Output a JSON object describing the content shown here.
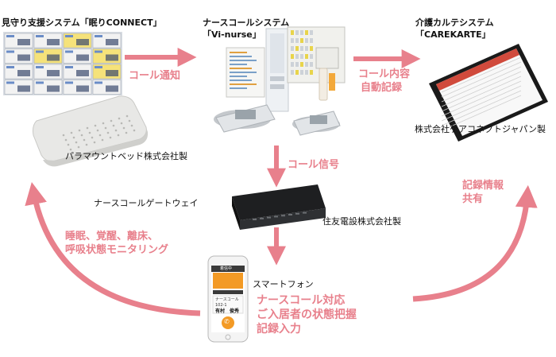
{
  "colors": {
    "accent": "#e8808c",
    "text": "#111111",
    "phone_orange": "#f39a25"
  },
  "systems": {
    "monitoring": {
      "line1": "見守り支援システム「眠りCONNECT」"
    },
    "nurse_call": {
      "line1": "ナースコールシステム",
      "line2": "「Vi-nurse」"
    },
    "care_record": {
      "line1": "介護カルテシステム",
      "line2": "「CAREKARTE」"
    },
    "gateway": {
      "label": "ナースコールゲートウェイ"
    },
    "smartphone": {
      "label": "スマートフォン"
    }
  },
  "makers": {
    "paramount": "パラマウントベッド株式会社製",
    "careconnect": "株式会社ケアコネクトジャパン製",
    "sumitomo": "住友電設株式会社製"
  },
  "flows": {
    "call_notice": "コール通知",
    "auto_record": {
      "line1": "コール内容",
      "line2": "自動記録"
    },
    "call_signal": "コール信号",
    "record_share": {
      "line1": "記録情報",
      "line2": "共有"
    },
    "monitoring": {
      "line1": "睡眠、覚醒、離床、",
      "line2": "呼吸状態モニタリング"
    },
    "smartphone_functions": {
      "line1": "ナースコール対応",
      "line2": "ご入居者の状態把握",
      "line3": "記録入力"
    }
  },
  "phone_screen": {
    "status": "着信中",
    "panel_title": "ナースコール",
    "room": "102-1",
    "resident_name": "有村　俊秀"
  },
  "icons": {
    "phone_answer": "phone-handset-icon"
  }
}
